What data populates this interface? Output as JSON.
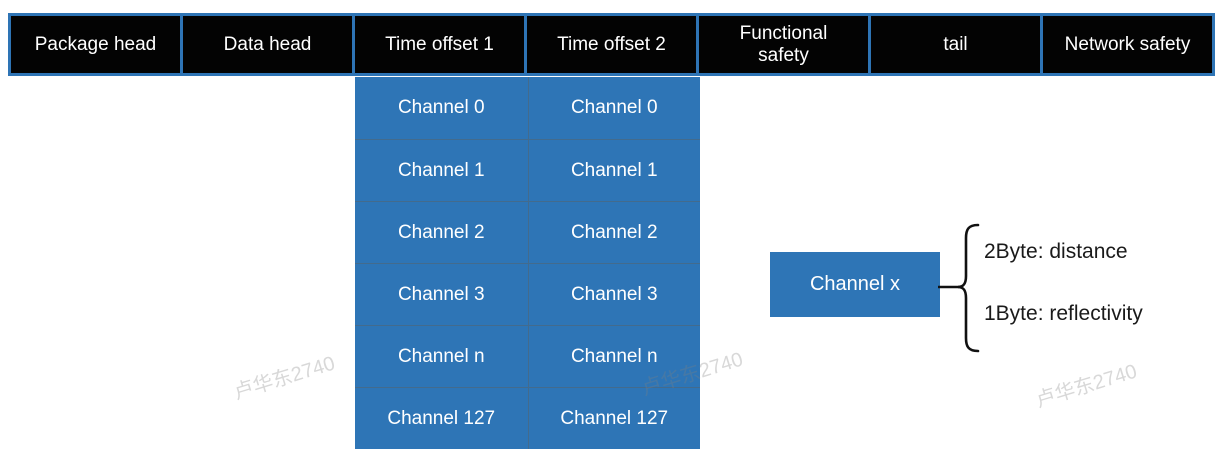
{
  "packet_header": {
    "cells": [
      {
        "label": "Package head"
      },
      {
        "label": "Data head"
      },
      {
        "label": "Time offset 1"
      },
      {
        "label": "Time offset 2"
      },
      {
        "label": "Functional safety"
      },
      {
        "label": "tail"
      },
      {
        "label": "Network safety"
      }
    ]
  },
  "channel_table": {
    "rows": [
      "Channel 0",
      "Channel 1",
      "Channel 2",
      "Channel 3",
      "Channel n",
      "Channel 127"
    ]
  },
  "channel_detail": {
    "box_label": "Channel x",
    "byte_items": [
      "2Byte: distance",
      "1Byte: reflectivity"
    ]
  },
  "watermarks": [
    "卢华东2740",
    "卢华东2740",
    "卢华东2740"
  ],
  "colors": {
    "accent_blue": "#2e75b6",
    "header_border_blue": "#2e74b5",
    "header_bg": "#030303",
    "grid_line": "#56626c",
    "text_dark": "#1a1a1a",
    "text_light": "#ffffff"
  }
}
